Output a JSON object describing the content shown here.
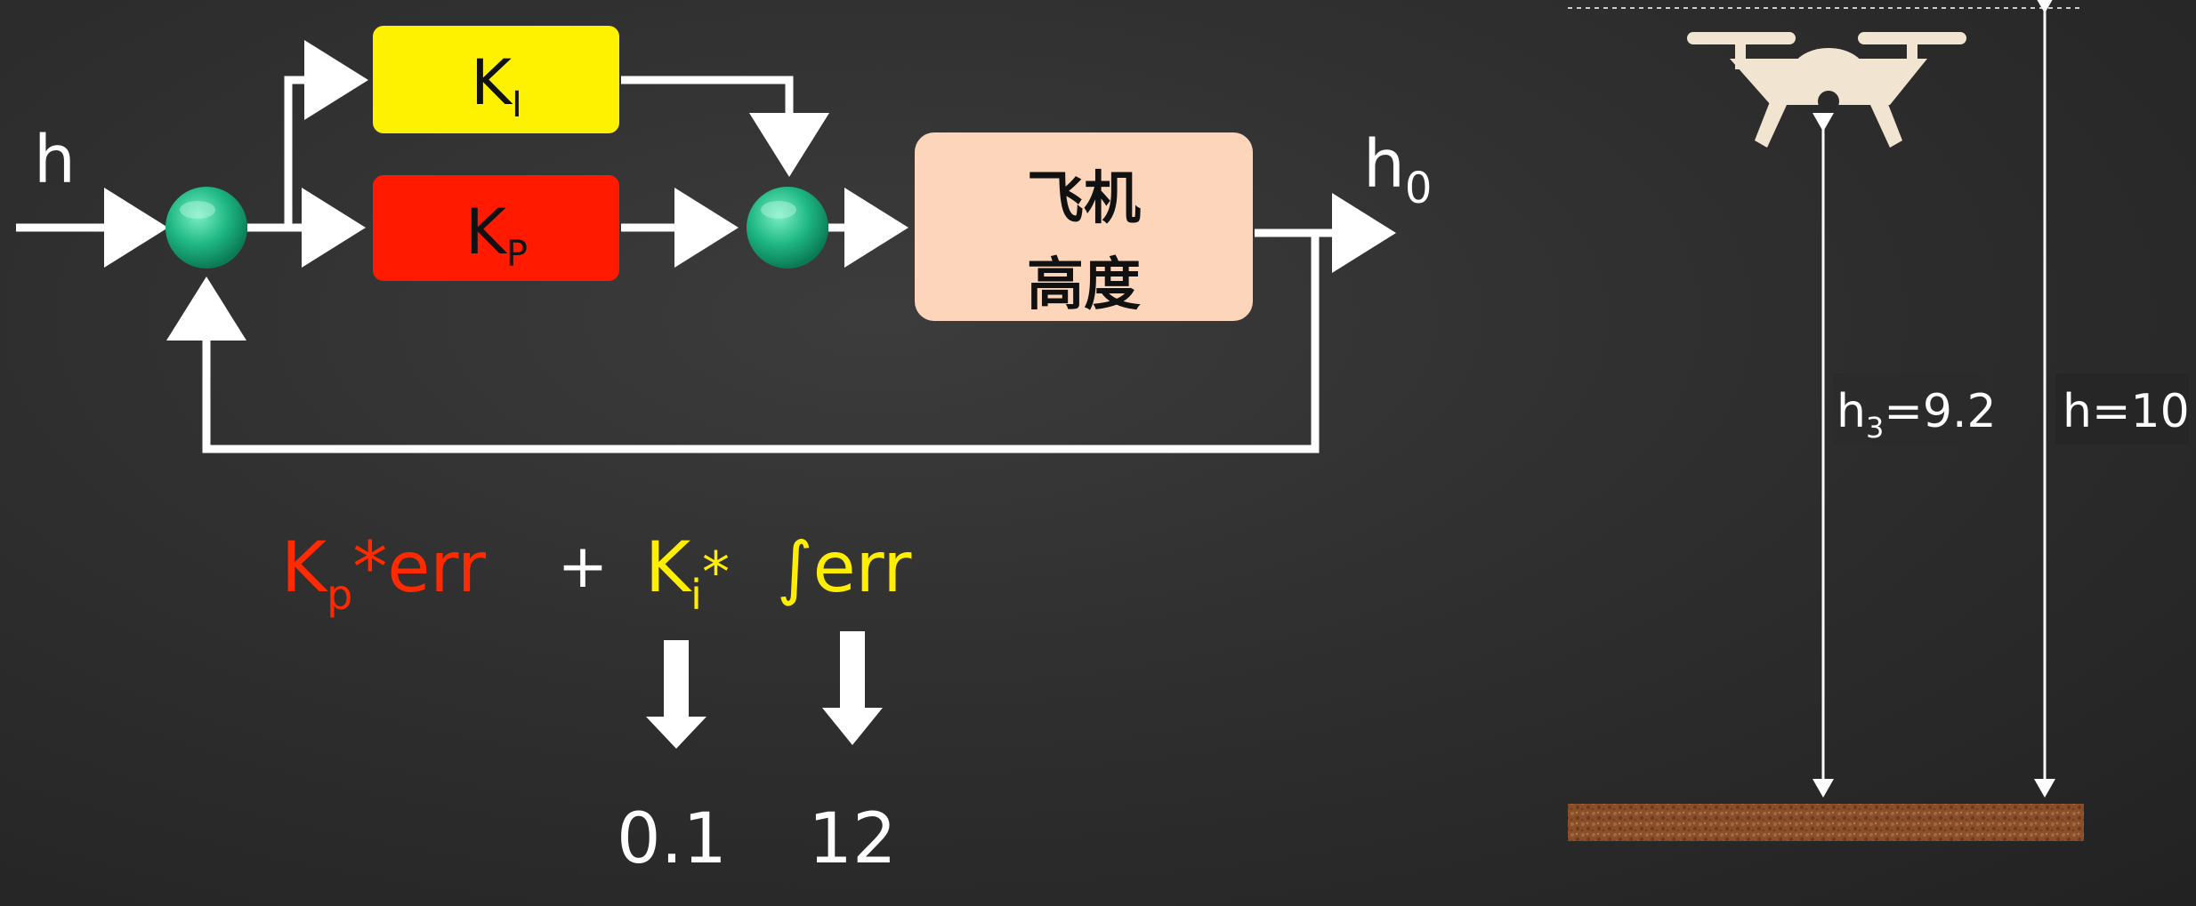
{
  "diagram": {
    "input_label": "h",
    "output_label": "h",
    "output_subscript": "0",
    "ki_block": {
      "main": "K",
      "sub": "I",
      "color": "#fff200"
    },
    "kp_block": {
      "main": "K",
      "sub": "P",
      "color": "#ff1a00"
    },
    "plant_block": {
      "line1": "飞机",
      "line2": "高度",
      "color": "#fcd5bb"
    },
    "sum_node_color": "#22c08a",
    "line_color": "#ffffff"
  },
  "formula": {
    "kp_main": "K",
    "kp_sub": "p",
    "kp_rest": "*err",
    "plus": "+",
    "ki_main": "K",
    "ki_sub": "i",
    "ki_star": "*",
    "integral_err": "∫err",
    "value_ki": "0.1",
    "value_int_err": "12",
    "kp_color": "#ff2a00",
    "ki_color": "#ffee00"
  },
  "drone_scene": {
    "measured_label": "h",
    "measured_subscript": "3",
    "measured_value": "=9.2",
    "target_label": "h=10",
    "drone_color": "#f1e5d1",
    "ground_color": "#8a4f2a"
  }
}
